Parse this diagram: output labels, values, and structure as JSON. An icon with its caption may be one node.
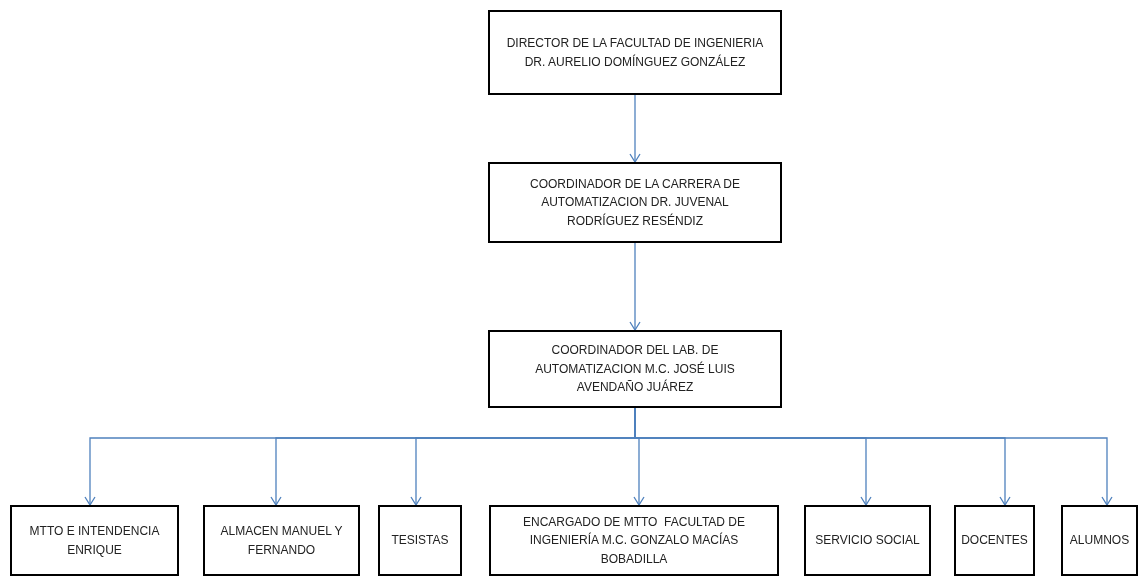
{
  "diagram": {
    "nodes": [
      {
        "text": [
          "DIRECTOR DE LA FACULTAD DE INGENIERIA DR. AURELIO DOMÍNGUEZ GONZÁLEZ"
        ]
      },
      {
        "text": [
          "COORDINADOR DE LA CARRERA DE AUTOMATIZACION DR. JUVENAL RODRÍGUEZ RESÉNDIZ"
        ]
      },
      {
        "text": [
          "COORDINADOR DEL LAB. DE AUTOMATIZACION M.C. JOSÉ LUIS AVENDAÑO JUÁREZ"
        ]
      },
      {
        "text": [
          "MTTO E INTENDENCIA ENRIQUE"
        ]
      },
      {
        "text": [
          "ALMACEN MANUEL Y FERNANDO"
        ]
      },
      {
        "text": [
          "TESISTAS"
        ]
      },
      {
        "text": [
          "ENCARGADO DE MTTO  FACULTAD DE INGENIERÍA M.C. GONZALO MACÍAS BOBADILLA"
        ]
      },
      {
        "text": [
          "SERVICIO SOCIAL"
        ]
      },
      {
        "text": [
          "DOCENTES"
        ]
      },
      {
        "text": [
          "ALUMNOS"
        ]
      }
    ],
    "edges": [
      {
        "from": 0,
        "to": 1,
        "arrow": "to"
      },
      {
        "from": 1,
        "to": 2,
        "arrow": "to"
      },
      {
        "from": 2,
        "to": 3,
        "arrow": "to"
      },
      {
        "from": 2,
        "to": 4,
        "arrow": "to"
      },
      {
        "from": 2,
        "to": 5,
        "arrow": "to"
      },
      {
        "from": 2,
        "to": 6,
        "arrow": "to"
      },
      {
        "from": 2,
        "to": 7,
        "arrow": "to"
      },
      {
        "from": 2,
        "to": 8,
        "arrow": "to"
      },
      {
        "from": 2,
        "to": 9,
        "arrow": "to"
      }
    ]
  }
}
